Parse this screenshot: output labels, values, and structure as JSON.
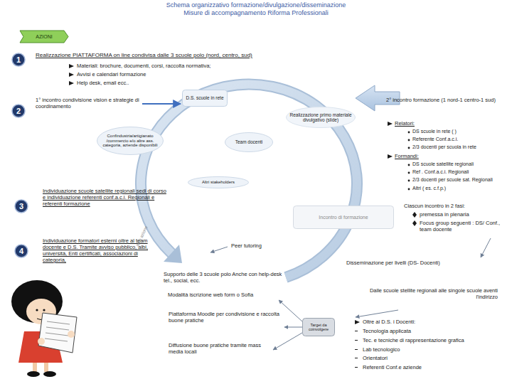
{
  "diagram": {
    "title": "Schema organizzativo formazione/divulgazione/disseminazione",
    "nodes": [
      {
        "text": [
          "AZIONI"
        ]
      },
      {
        "text": [
          "1"
        ]
      },
      {
        "text": [
          "2"
        ]
      },
      {
        "text": [
          "D.S. scuole in rete"
        ]
      },
      {
        "text": [
          "Realizzazione primo materiale divulgativo (slide)"
        ]
      },
      {
        "text": [
          "Confindustria/artigianato /commercio e/o altre ass. categoria, aziende disponibili"
        ]
      },
      {
        "text": [
          "Team docenti"
        ]
      },
      {
        "text": [
          "Altri stakeholders"
        ]
      },
      {
        "text": [
          "3"
        ]
      },
      {
        "text": [
          "Incontro di formazione"
        ]
      },
      {
        "text": [
          "4"
        ]
      },
      {
        "text": [
          "Target da coinvolgere"
        ]
      }
    ],
    "labels": [
      "Misure di accompagnamento Riforma Professionali",
      "Realizzazione PIATTAFORMA on line condivisa dalle 3 scuole polo (nord, centro, sud)",
      "Materiali: brochure, documenti, corsi, raccolta normativa;",
      "Avvisi e calendari formazione",
      "Help desk, email ecc..",
      "1° incontro condivisione vision e strategie di coordinamento",
      "2° incontro formazione (1 nord-1 centro-1 sud)",
      "Relatori:",
      "DS scuole in rete ( )",
      "Referente Conf.a.c.i.",
      "2/3 docenti per scuola in rete",
      "Formandi:",
      "DS scuole satellite regionali",
      "Ref . Conf.a.c.i. Regionali",
      "2/3 docenti per scuole sat. Regionali",
      "Altri ( es. c.f.p.)",
      "Individuazione scuole satellite regionali sedi di corso e individuazione referenti conf.a.c.i. Regionali e referenti formazione",
      "Ciascun incontro in 2 fasi:",
      "premessa in plenaria",
      "Focus group seguenti : DS/ Conf., team docente",
      "Individuazione formatori esterni oltre al team docente e D.S. Tramite avviso pubblico, albi, università, Enti certificati, associazioni di categoria,",
      "altre azione",
      "Peer tutoring",
      "Disseminazione per livelli (DS- Docenti)",
      "Supporto delle 3 scuole polo Anche con help-desk tel., social, ecc.",
      "Modalità iscrizione web form o Sofia",
      "Dalle scuole stellite regionali alle singole scuole aventi l'indirizzo",
      "Piattaforma Moodle per condivisione e raccolta buone pratiche",
      "Diffusione buone pratiche tramite mass media locali",
      "Oltre ai D.S. i Docenti:",
      "Tecnologia applicata",
      "Tec. e tecniche di rappresentazione grafica",
      "Lab tecnologico",
      "Orientatori",
      "Referenti Conf.e aziende"
    ]
  }
}
